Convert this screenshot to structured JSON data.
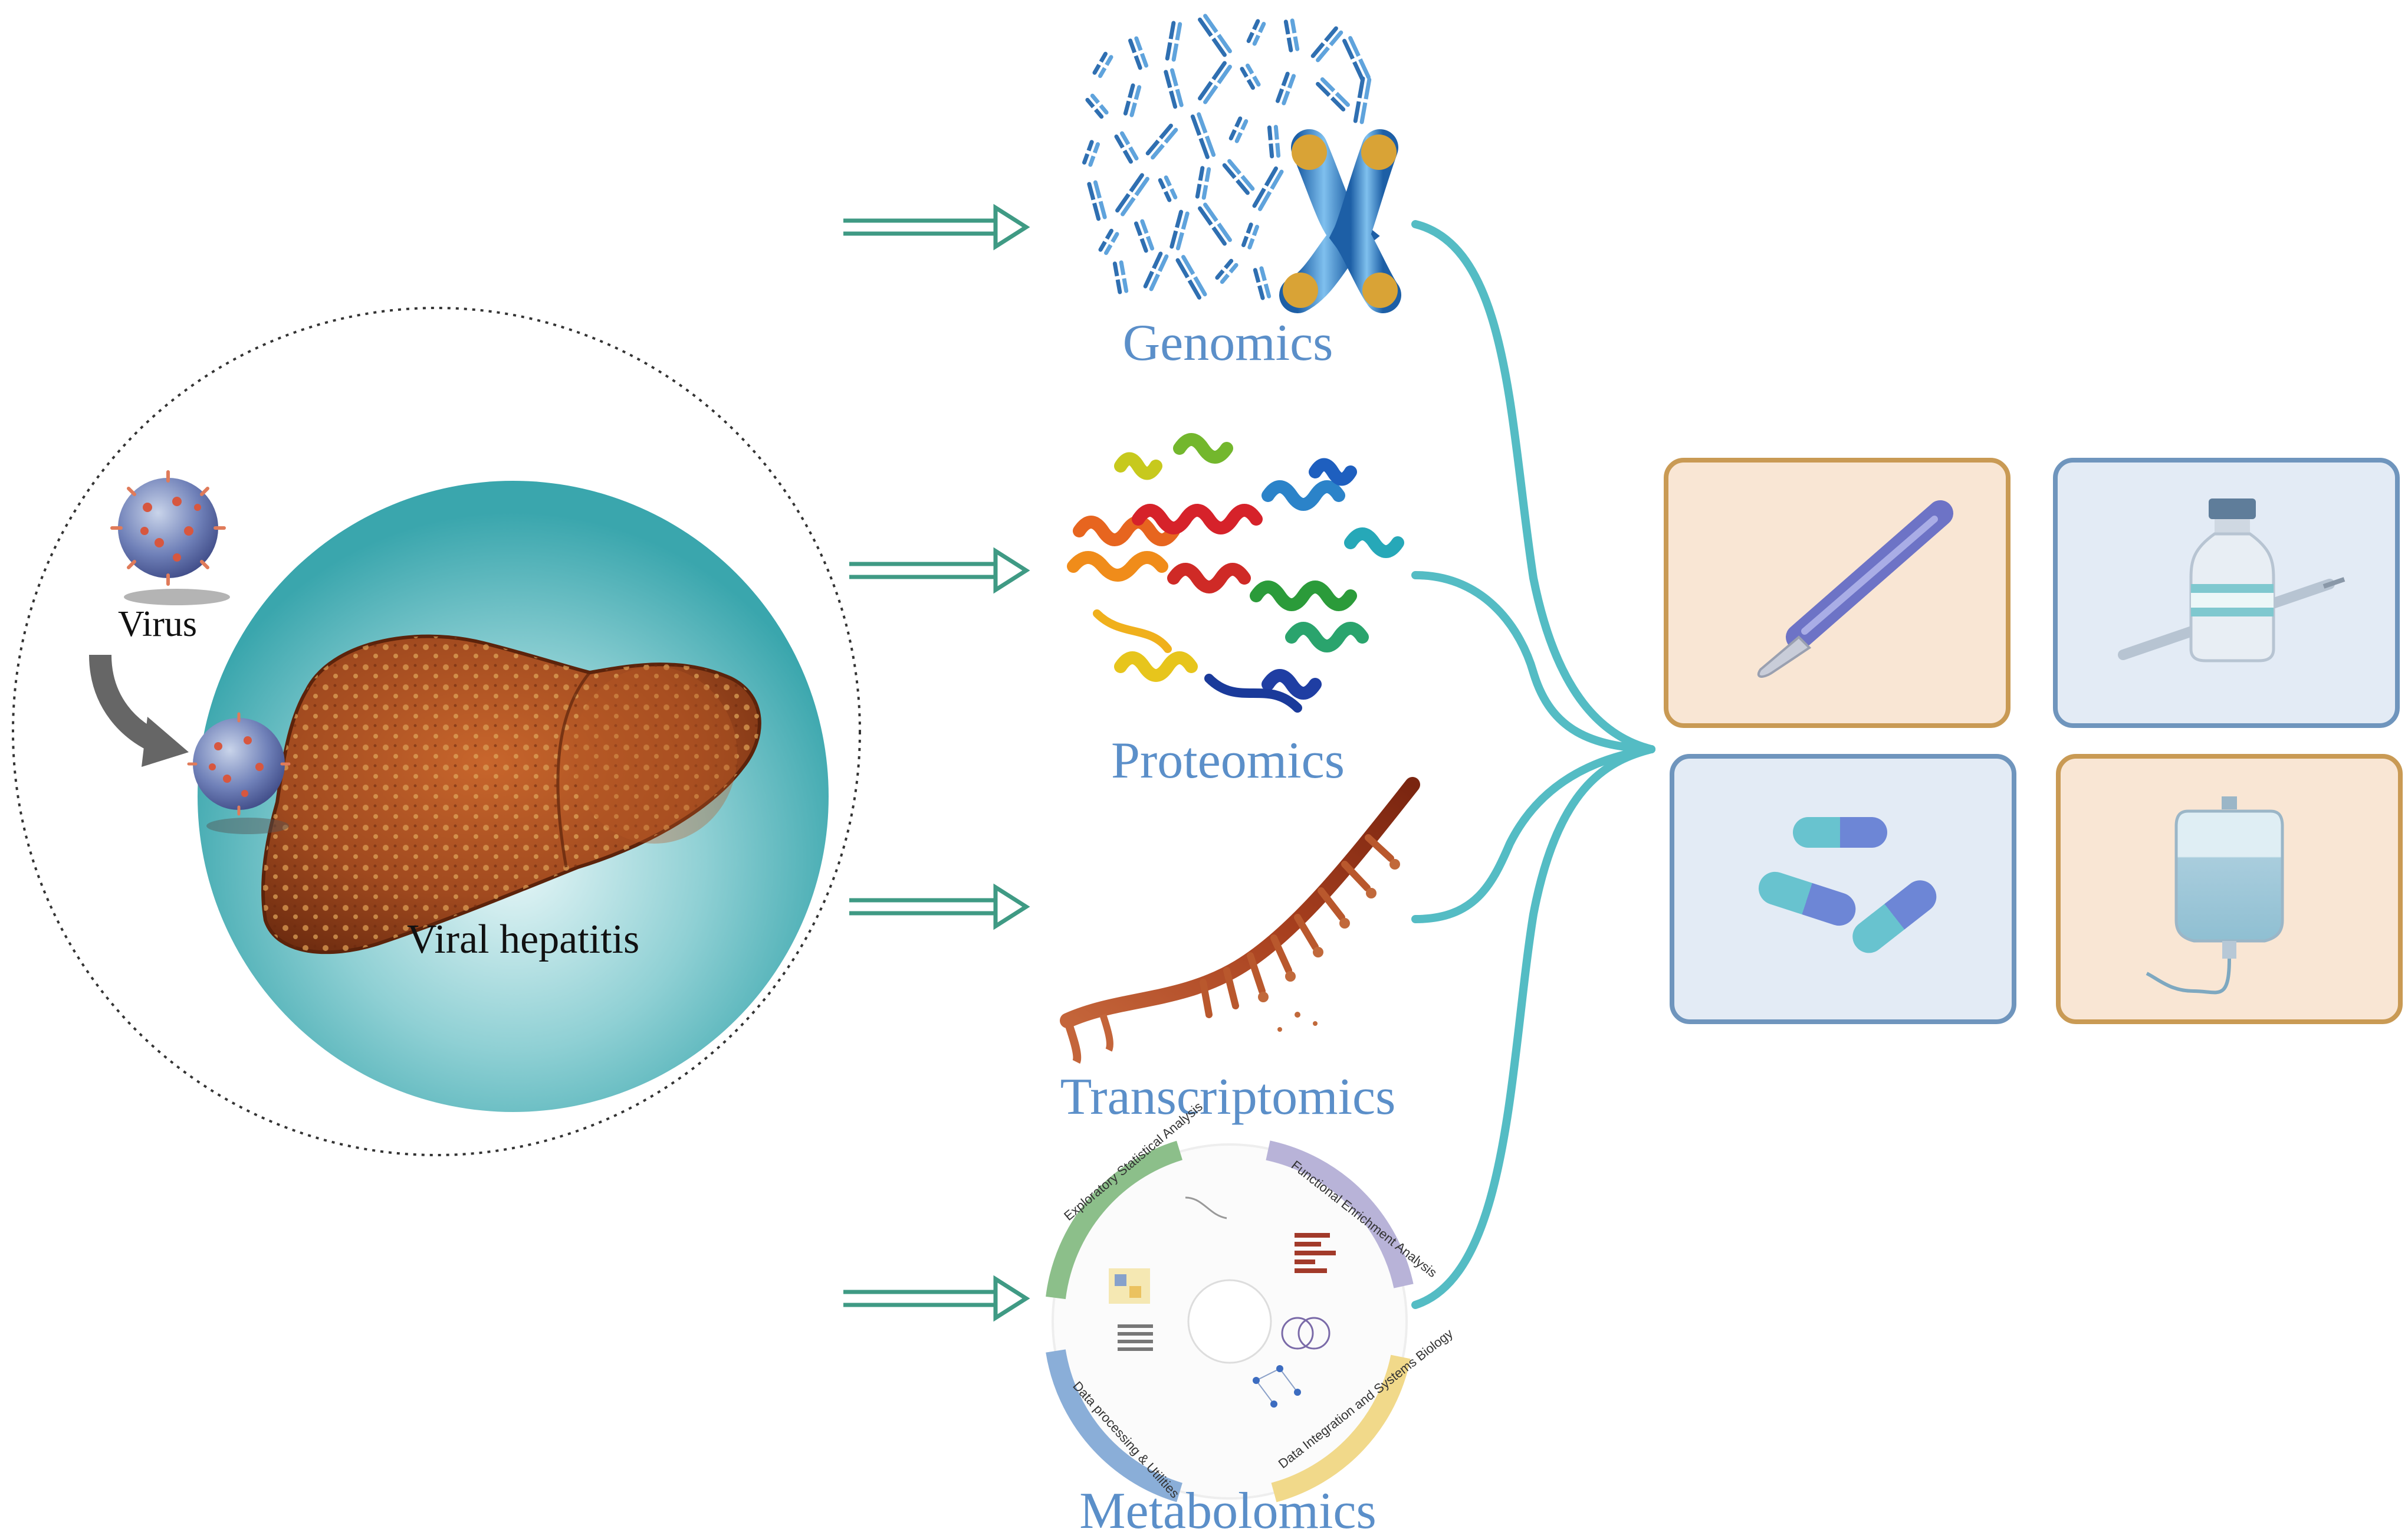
{
  "labels": {
    "virus": "Virus",
    "disease": "Viral hepatitis"
  },
  "omics": [
    {
      "name": "Genomics",
      "icon": "chromosome-icon"
    },
    {
      "name": "Proteomics",
      "icon": "protein-ribbon-icon"
    },
    {
      "name": "Transcriptomics",
      "icon": "rna-strand-icon"
    },
    {
      "name": "Metabolomics",
      "icon": "metabolomics-workflow-icon"
    }
  ],
  "metabolomics_wheel": {
    "segments": [
      "Exploratory Statistical Analysis",
      "Functional Enrichment Analysis",
      "Data Integration and Systems Biology",
      "Data processing & Utilities"
    ]
  },
  "treatments": [
    {
      "icon": "scalpel-icon",
      "bg": "#f9e6d4",
      "border": "#c99a54"
    },
    {
      "icon": "vaccine-vial-syringe-icon",
      "bg": "#e3ebf5",
      "border": "#6f95bd"
    },
    {
      "icon": "capsules-icon",
      "bg": "#e3ebf5",
      "border": "#6f95bd"
    },
    {
      "icon": "iv-bag-icon",
      "bg": "#f9e6d4",
      "border": "#c99a54"
    }
  ],
  "colors": {
    "label_blue": "#5b8fc9",
    "arrow_green": "#3f9a84",
    "connector_teal": "#54bcc4",
    "liver_brown": "#a0461d",
    "circle_teal": "#48b1b6"
  }
}
